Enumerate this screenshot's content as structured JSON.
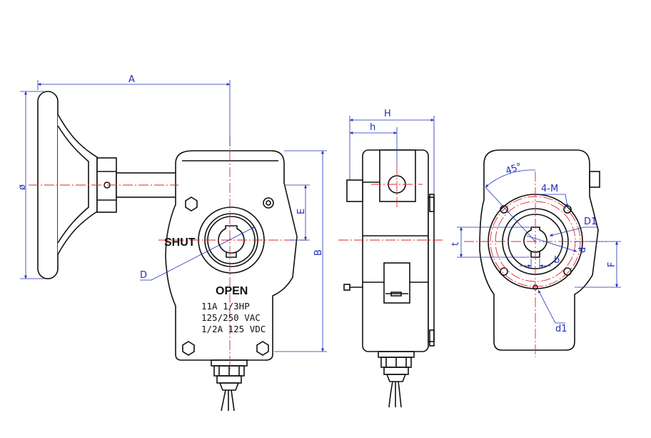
{
  "colors": {
    "outline": "#111111",
    "center_line": "#e0262c",
    "dimension": "#1f2fb8",
    "background": "#ffffff"
  },
  "dimension_labels": {
    "A": "A",
    "phi": "ø",
    "D": "D",
    "E": "E",
    "B": "B",
    "H": "H",
    "h": "h",
    "angle": "45°",
    "holes": "4-M",
    "D1": "D1",
    "t": "t",
    "d": "d",
    "b": "b",
    "F": "F",
    "d1": "d1"
  },
  "markings": {
    "shut": "SHUT",
    "open": "OPEN",
    "spec_1": "11A  1/3HP",
    "spec_2": "125/250 VAC",
    "spec_3": "1/2A  125 VDC"
  },
  "icons": {
    "handwheel": "handwheel-icon",
    "cable_gland": "cable-gland-icon"
  }
}
